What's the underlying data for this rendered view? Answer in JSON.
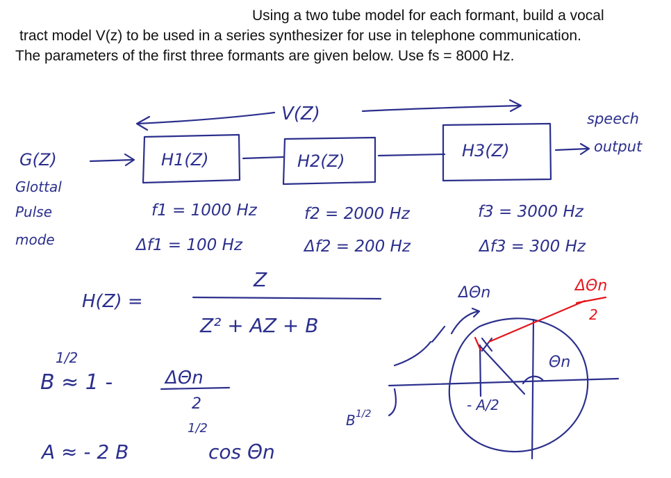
{
  "problem": {
    "line1": "Using a two tube model for each formant, build a vocal",
    "line2": "tract model V(z) to be used in a series synthesizer for use in telephone communication.",
    "line3": "The parameters of the first three formants are given below.  Use fs = 8000 Hz."
  },
  "notes": {
    "vz": "V(Z)",
    "gz": "G(Z)",
    "glottal": "Glottal",
    "pulse": "Pulse",
    "model": "mode",
    "h1": "H1(Z)",
    "h2": "H2(Z)",
    "h3": "H3(Z)",
    "speech": "speech",
    "output": "output",
    "f1": "f1 = 1000 Hz",
    "df1": "Δf1 = 100 Hz",
    "f2": "f2 = 2000 Hz",
    "df2": "Δf2 = 200 Hz",
    "f3": "f3 = 3000 Hz",
    "df3": "Δf3 = 300 Hz",
    "hz_lhs": "H(Z) =",
    "hz_num": "Z",
    "hz_den": "Z² + AZ + B",
    "b_half": "1/2",
    "b_eq": "B ≈ 1 -",
    "b_frac_num": "ΔΘn",
    "b_frac_den": "2",
    "a_eq": "A ≈ - 2 B",
    "a_exp": "1/2",
    "a_cos": "cos Θn",
    "dtheta": "ΔΘn",
    "dtheta_half_num": "ΔΘn",
    "dtheta_half_den": "2",
    "theta_n": "Θn",
    "minus_a2": "- A/2",
    "b12": "B",
    "b12_exp": "1/2"
  },
  "colors": {
    "ink": "#2b2f8c",
    "red": "#e4141b"
  }
}
